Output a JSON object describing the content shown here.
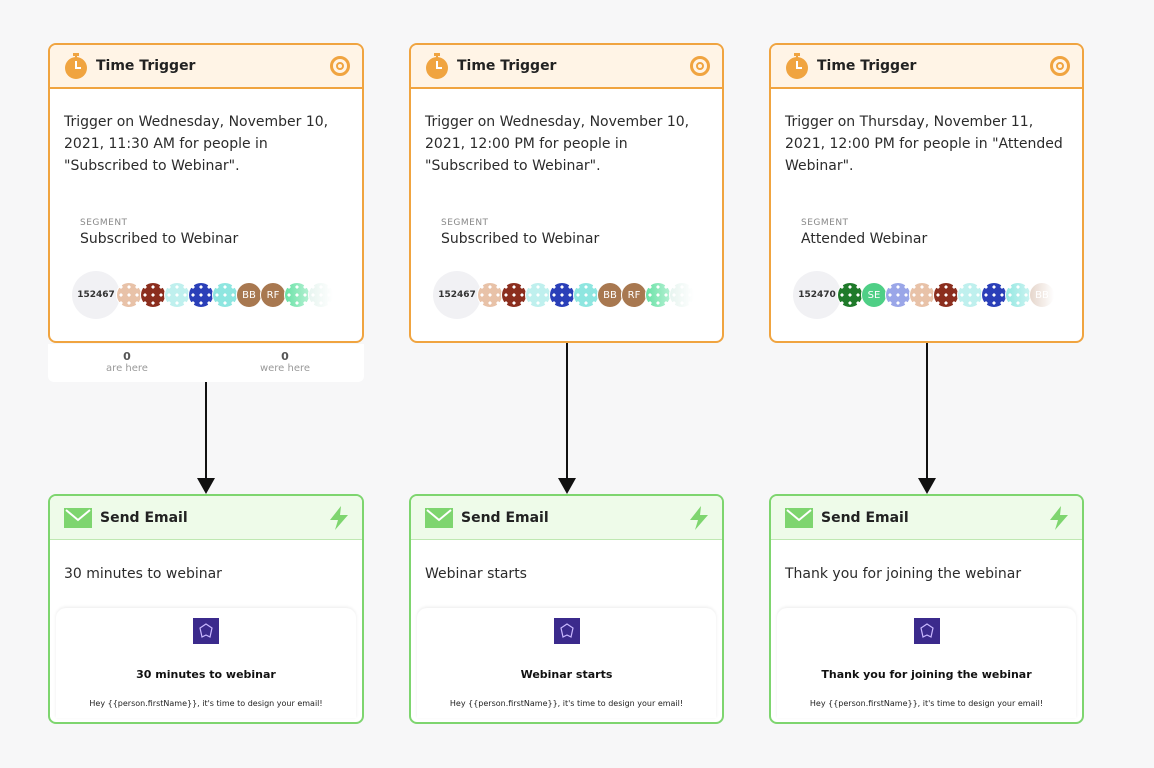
{
  "accent": {
    "trigger": "#f0a440",
    "email": "#7ed56f"
  },
  "triggers": [
    {
      "title": "Time Trigger",
      "description": "Trigger on Wednesday, November 10, 2021, 11:30 AM for people in \"Subscribed to Webinar\".",
      "segment_label": "SEGMENT",
      "segment_name": "Subscribed to Webinar",
      "count": "152467",
      "avatars": [
        "pattern",
        "pattern",
        "pattern",
        "pattern",
        "pattern",
        "BB",
        "RF",
        "pattern",
        "pattern"
      ],
      "stats": [
        {
          "value": "0",
          "label": "are here"
        },
        {
          "value": "0",
          "label": "were here"
        }
      ]
    },
    {
      "title": "Time Trigger",
      "description": "Trigger on Wednesday, November 10, 2021, 12:00 PM for people in \"Subscribed to Webinar\".",
      "segment_label": "SEGMENT",
      "segment_name": "Subscribed to Webinar",
      "count": "152467",
      "avatars": [
        "pattern",
        "pattern",
        "pattern",
        "pattern",
        "pattern",
        "BB",
        "RF",
        "pattern",
        "pattern"
      ]
    },
    {
      "title": "Time Trigger",
      "description": "Trigger on Thursday, November 11, 2021, 12:00 PM for people in \"Attended Webinar\".",
      "segment_label": "SEGMENT",
      "segment_name": "Attended Webinar",
      "count": "152470",
      "avatars": [
        "pattern",
        "SE",
        "pattern",
        "pattern",
        "pattern",
        "pattern",
        "pattern",
        "pattern",
        "BB"
      ]
    }
  ],
  "emails": [
    {
      "title": "Send Email",
      "subject": "30 minutes to webinar",
      "preview_title": "30 minutes to webinar",
      "preview_body": "Hey {{person.firstName}}, it's time to design your email!"
    },
    {
      "title": "Send Email",
      "subject": "Webinar starts",
      "preview_title": "Webinar starts",
      "preview_body": "Hey {{person.firstName}}, it's time to design your email!"
    },
    {
      "title": "Send Email",
      "subject": "Thank you for joining the webinar",
      "preview_title": "Thank you for joining the webinar",
      "preview_body": "Hey {{person.firstName}}, it's time to design your email!"
    }
  ],
  "icons": {
    "trigger_icon": "stopwatch-icon",
    "trigger_action_icon": "target-icon",
    "email_icon": "envelope-icon",
    "email_action_icon": "lightning-icon"
  }
}
